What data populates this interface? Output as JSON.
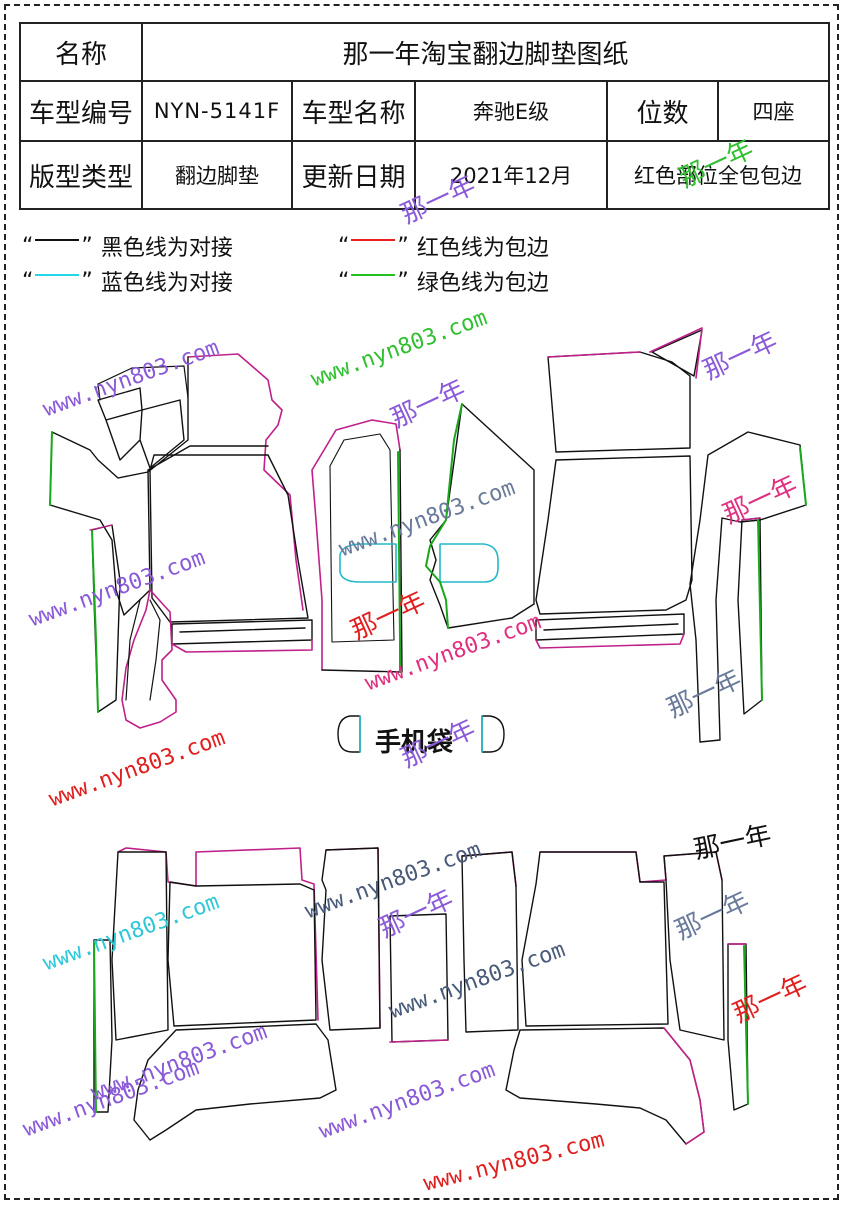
{
  "header": {
    "name_label": "名称",
    "doc_title": "那一年淘宝翻边脚垫图纸",
    "model_code_label": "车型编号",
    "model_code": "NYN-5141F",
    "model_name_label": "车型名称",
    "model_name": "奔驰E级",
    "seats_label": "位数",
    "seats": "四座",
    "type_label": "版型类型",
    "type": "翻边脚垫",
    "update_label": "更新日期",
    "update_date": "2021年12月",
    "note": "红色部位全包包边"
  },
  "legend": {
    "quote_open": "“",
    "quote_close": "”",
    "items": [
      {
        "text": "黑色线为对接",
        "color": "#111111"
      },
      {
        "text": "红色线为包边",
        "color": "#e82020"
      },
      {
        "text": "蓝色线为对接",
        "color": "#22d8e8"
      },
      {
        "text": "绿色线为包边",
        "color": "#22c022"
      }
    ]
  },
  "phone_bag_label": "手机袋",
  "watermarks": {
    "url": "www.nyn803.com",
    "cn": "那一年"
  },
  "colors": {
    "outline": "#111111",
    "trim": "#c0208a",
    "green_edge": "#1aa81a",
    "cyan_edge": "#22b8c8",
    "wm_purple": "#8a5ad8",
    "wm_red": "#e02020",
    "wm_green": "#30c030",
    "wm_gray": "#6a7a9a",
    "wm_cyan": "#30c8d8"
  }
}
